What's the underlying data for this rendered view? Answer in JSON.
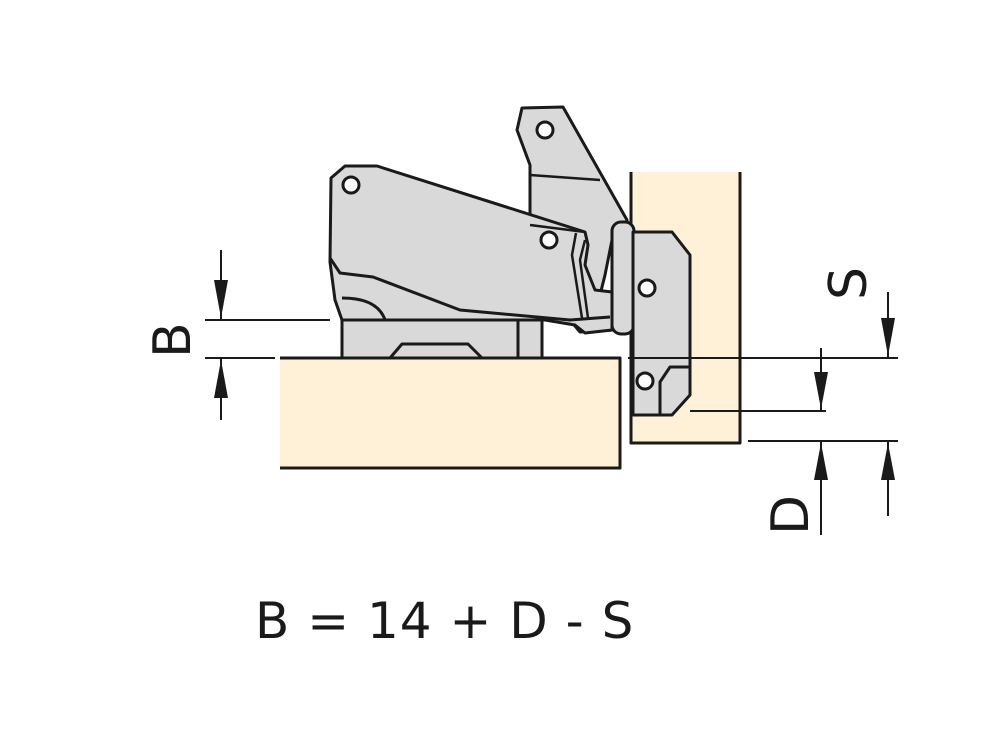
{
  "labels": {
    "b": "B",
    "d": "D",
    "s": "S"
  },
  "formula": "B = 14 + D - S",
  "colors": {
    "wood": "#FEF1D8",
    "metal": "#D9D9D9",
    "line": "#1a1a1a"
  }
}
